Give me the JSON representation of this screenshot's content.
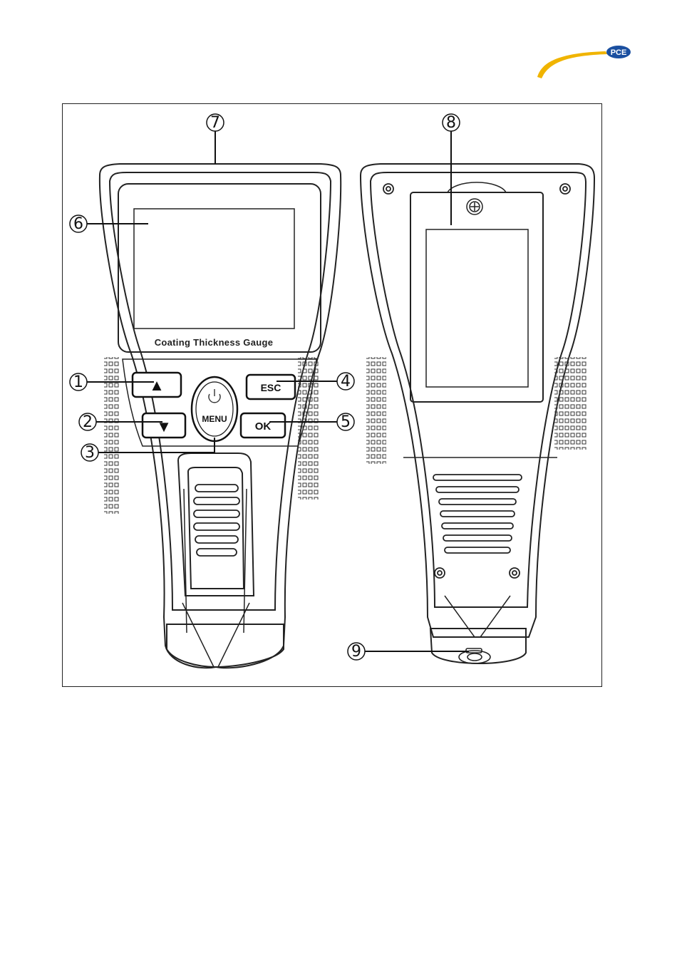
{
  "brand": {
    "logo_text": "PCE",
    "accent_color": "#f0b400",
    "badge_color": "#1a4fa0"
  },
  "device": {
    "label": "Coating Thickness Gauge",
    "buttons": {
      "up": "▲",
      "down": "▼",
      "esc": "ESC",
      "ok": "OK",
      "menu": "MENU",
      "power_icon": "power-icon"
    }
  },
  "callouts": [
    {
      "id": "1",
      "glyph": "①"
    },
    {
      "id": "2",
      "glyph": "②"
    },
    {
      "id": "3",
      "glyph": "③"
    },
    {
      "id": "4",
      "glyph": "④"
    },
    {
      "id": "5",
      "glyph": "⑤"
    },
    {
      "id": "6",
      "glyph": "⑥"
    },
    {
      "id": "7",
      "glyph": "⑦"
    },
    {
      "id": "8",
      "glyph": "⑧"
    },
    {
      "id": "9",
      "glyph": "⑨"
    }
  ]
}
